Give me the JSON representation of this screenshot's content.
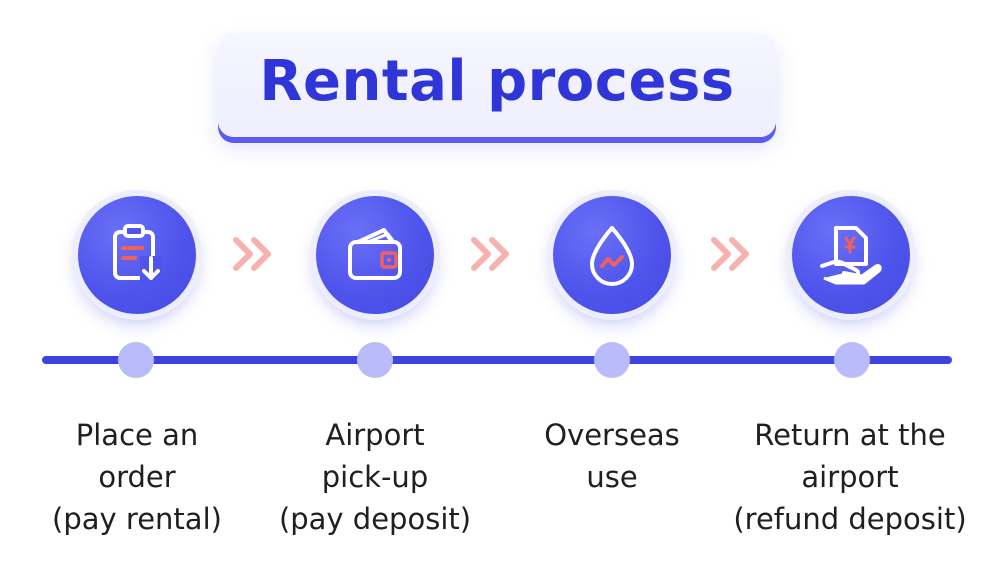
{
  "title": "Rental process",
  "colors": {
    "accent": "#2f35d6",
    "circle": "#4f54ec",
    "timeline": "#3d43df",
    "dot": "#b9bcf8",
    "chevron": "#f7b1ae",
    "icon_highlight": "#f2605a"
  },
  "steps": [
    {
      "icon": "clipboard-download-icon",
      "label_lines": [
        "Place an",
        "order",
        "(pay rental)"
      ]
    },
    {
      "icon": "wallet-icon",
      "label_lines": [
        "Airport",
        "pick-up",
        "(pay deposit)"
      ]
    },
    {
      "icon": "water-drop-icon",
      "label_lines": [
        "Overseas",
        "use"
      ]
    },
    {
      "icon": "hand-document-icon",
      "label_lines": [
        "Return at the",
        "airport",
        "(refund deposit)"
      ]
    }
  ]
}
